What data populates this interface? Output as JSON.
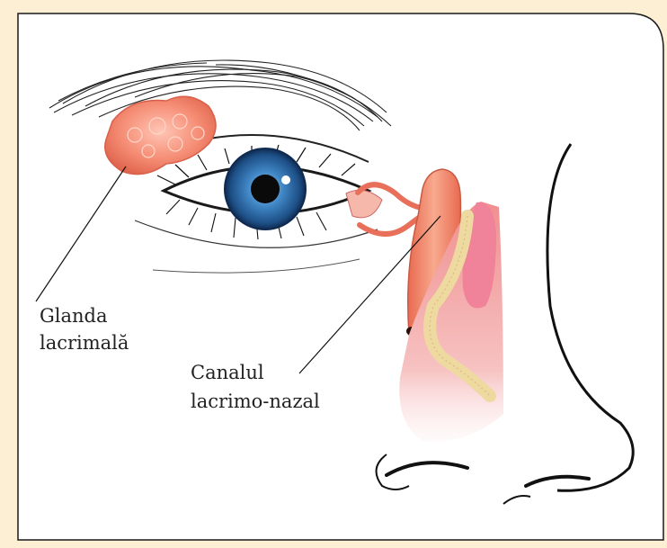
{
  "labels": {
    "gland_line1": "Glanda",
    "gland_line2": "lacrimală",
    "duct_line1": "Canalul",
    "duct_line2": "lacrimo-nazal"
  },
  "colors": {
    "background": "#fcefd3",
    "panel": "#ffffff",
    "gland": "#f3806c",
    "iris": "#2f6fa8",
    "duct": "#ee7d66",
    "nasal_tissue": "#f4a8a8",
    "mucosa_line": "#eed9a0"
  }
}
